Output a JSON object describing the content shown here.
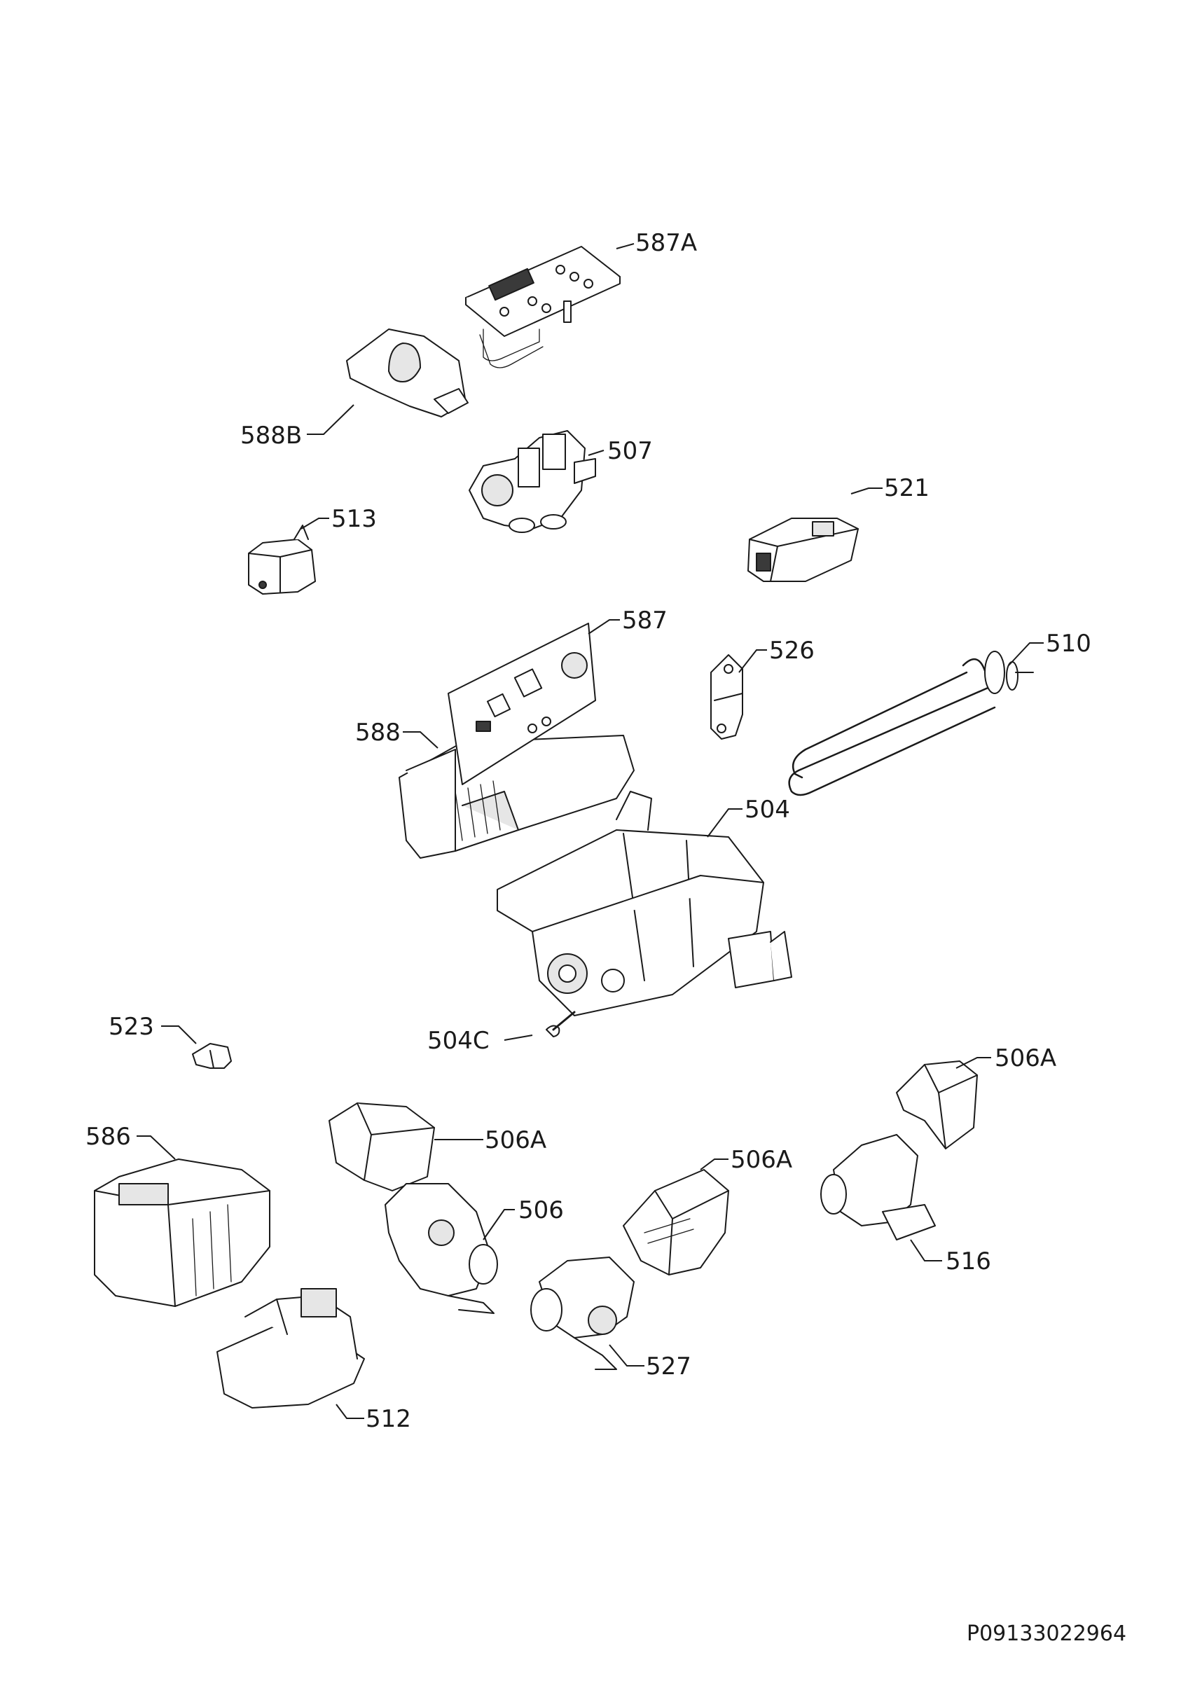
{
  "document_id": "P09133022964",
  "labels": {
    "p587A": "587A",
    "p588B": "588B",
    "p507": "507",
    "p513": "513",
    "p521": "521",
    "p587": "587",
    "p526": "526",
    "p510": "510",
    "p588": "588",
    "p504": "504",
    "p523": "523",
    "p504C": "504C",
    "p506A_right": "506A",
    "p586": "586",
    "p506A_left": "506A",
    "p506A_mid": "506A",
    "p506": "506",
    "p516": "516",
    "p527": "527",
    "p512": "512"
  }
}
